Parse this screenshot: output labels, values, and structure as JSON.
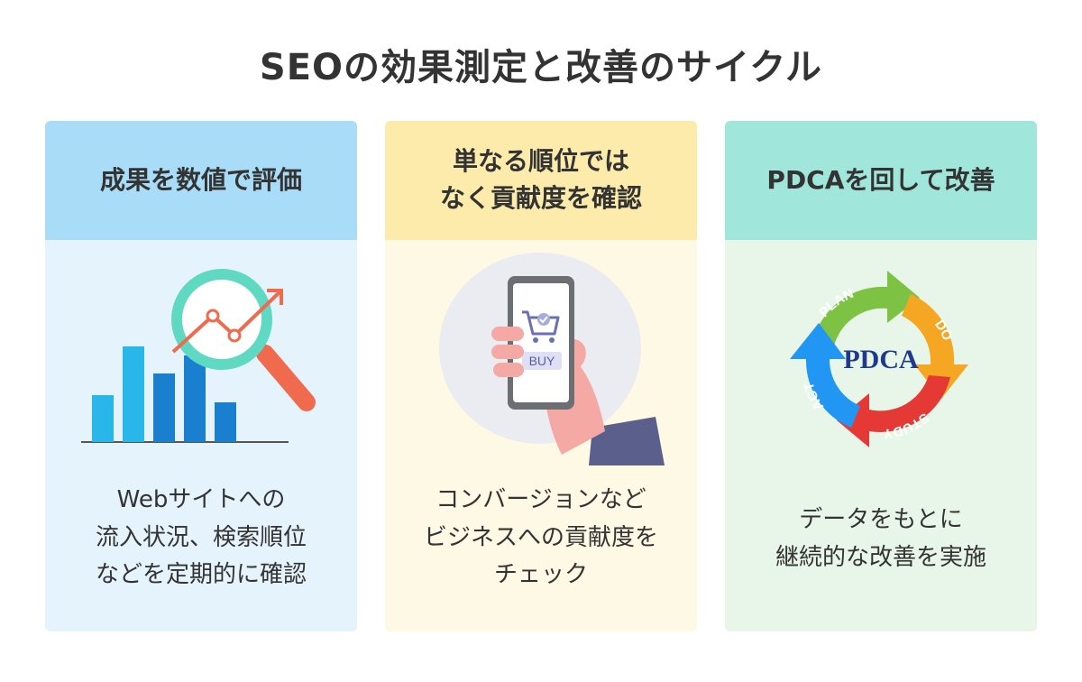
{
  "title": "SEOの効果測定と改善のサイクル",
  "cards": [
    {
      "heading": [
        "成果を数値で評価"
      ],
      "body": [
        "Webサイトへの",
        "流入状況、検索順位",
        "などを定期的に確認"
      ]
    },
    {
      "heading": [
        "単なる順位では",
        "なく貢献度を確認"
      ],
      "illustration": {
        "button_label": "BUY"
      },
      "body": [
        "コンバージョンなど",
        "ビジネスへの貢献度を",
        "チェック"
      ]
    },
    {
      "heading": [
        "PDCAを回して改善"
      ],
      "illustration": {
        "center_label": "PDCA",
        "arrows": [
          "PLAN",
          "DO",
          "STUDY",
          "ACT"
        ]
      },
      "body": [
        "データをもとに",
        "継続的な改善を実施"
      ]
    }
  ],
  "colors": {
    "bar_light": "#29b6e8",
    "bar_dark": "#1b7fcf",
    "magnifier_ring": "#5fd9c2",
    "trend_line": "#f06b4e",
    "magnifier_handle": "#f06b4e",
    "phone_frame": "#6b6e73",
    "hand": "#f4a9a4",
    "sleeve": "#5b5f8c",
    "pdca_text": "#1f3a8a",
    "arrow_plan": "#7dc242",
    "arrow_do": "#f5a623",
    "arrow_study": "#e53935",
    "arrow_act": "#2196f3"
  }
}
